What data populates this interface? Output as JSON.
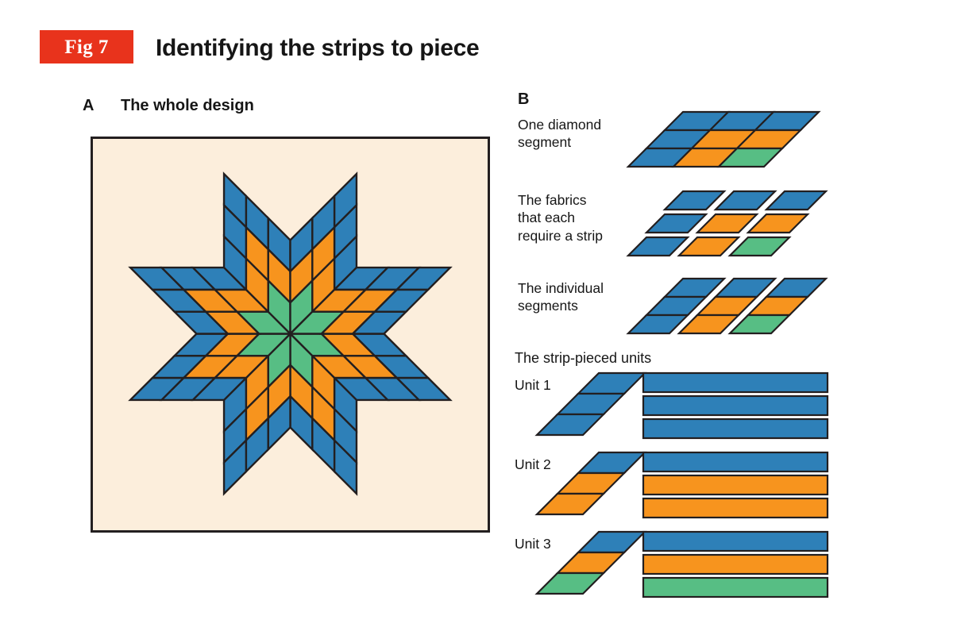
{
  "header": {
    "badge": "Fig 7",
    "title": "Identifying the strips to piece"
  },
  "colors": {
    "blue": "#2E80B8",
    "orange": "#F7941E",
    "green": "#57BE84",
    "cream": "#FCEEDC",
    "outline": "#231f20",
    "badge_red": "#E8331C",
    "text": "#161616",
    "white": "#ffffff"
  },
  "panel_a": {
    "letter": "A",
    "title": "The whole design"
  },
  "panel_b": {
    "letter": "B",
    "labels": {
      "one_diamond": "One diamond\nsegment",
      "fabrics": "The fabrics\nthat each\nrequire a strip",
      "individual": "The individual\nsegments",
      "strip_units": "The strip-pieced units",
      "unit_1": "Unit 1",
      "unit_2": "Unit 2",
      "unit_3": "Unit 3"
    }
  },
  "chart_data": {
    "type": "diagram",
    "title": "Identifying the strips to piece",
    "subject": "Lone Star / Eight-pointed star quilt block construction",
    "diamond_segment_grid": {
      "rows": 3,
      "cols": 3,
      "note": "Each large star point is a 3x3 grid of small diamonds; rows listed top to bottom, columns left to right.",
      "cells": [
        [
          "blue",
          "blue",
          "blue"
        ],
        [
          "blue",
          "orange",
          "orange"
        ],
        [
          "blue",
          "orange",
          "green"
        ]
      ]
    },
    "whole_design": {
      "star_points": 8,
      "background": "cream",
      "diamonds_per_point": 9,
      "center_ring_color": "green",
      "middle_ring_color": "orange",
      "outer_ring_color": "blue"
    },
    "strip_pieced_units": [
      {
        "name": "Unit 1",
        "diamond_colors": [
          "blue",
          "blue",
          "blue"
        ],
        "strip_colors": [
          "blue",
          "blue",
          "blue"
        ]
      },
      {
        "name": "Unit 2",
        "diamond_colors": [
          "blue",
          "orange",
          "orange"
        ],
        "strip_colors": [
          "blue",
          "orange",
          "orange"
        ]
      },
      {
        "name": "Unit 3",
        "diamond_colors": [
          "blue",
          "orange",
          "green"
        ],
        "strip_colors": [
          "blue",
          "orange",
          "green"
        ]
      }
    ]
  }
}
